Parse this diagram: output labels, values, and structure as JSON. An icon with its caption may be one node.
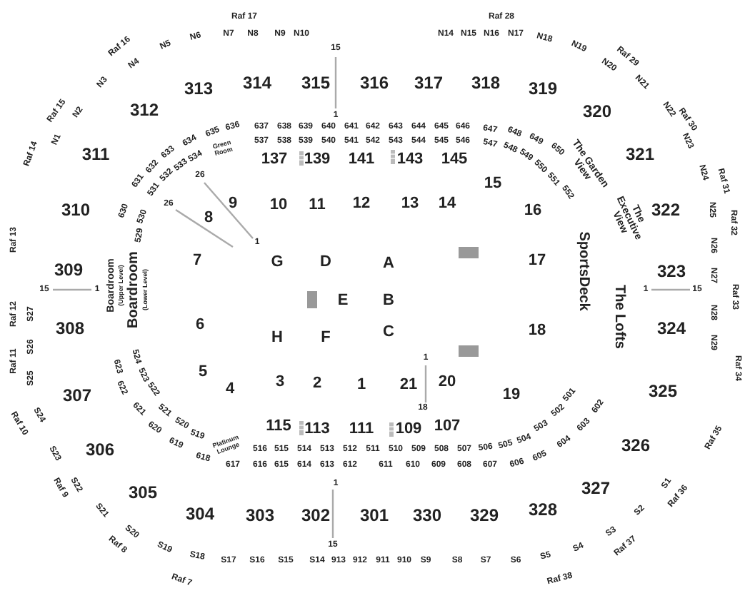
{
  "diagram": {
    "labels": [
      "Raf 17",
      "Raf 28",
      "N6",
      "N7",
      "N8",
      "N9",
      "N10",
      "N14",
      "N15",
      "N16",
      "N17",
      "N18",
      "N19",
      "Raf 16",
      "N5",
      "15",
      "N4",
      "Raf 29",
      "N20",
      "N3",
      "N21",
      "313",
      "314",
      "315",
      "316",
      "317",
      "318",
      "319",
      "312",
      "320",
      "Raf 15",
      "N2",
      "N22",
      "Raf 30",
      "1",
      "637",
      "638",
      "639",
      "640",
      "641",
      "642",
      "643",
      "644",
      "645",
      "646",
      "647",
      "648",
      "649",
      "650",
      "636",
      "635",
      "634",
      "633",
      "632",
      "631",
      "537",
      "538",
      "539",
      "540",
      "541",
      "542",
      "543",
      "544",
      "545",
      "546",
      "547",
      "548",
      "549",
      "550",
      "551",
      "552",
      "Green Room",
      "534",
      "533",
      "532",
      "531",
      "N1",
      "N23",
      "Raf 14",
      "311",
      "137",
      "139",
      "141",
      "143",
      "145",
      "321",
      "The Garden View",
      "N24",
      "Raf 31",
      "26",
      "15",
      "The Executive View",
      "9",
      "10",
      "11",
      "12",
      "13",
      "14",
      "310",
      "630",
      "530",
      "26",
      "16",
      "322",
      "N25",
      "Raf 32",
      "8",
      "529",
      "Raf 13",
      "1",
      "N26",
      "7",
      "G",
      "D",
      "A",
      "17",
      "SportsDeck",
      "Boardroom",
      "(Upper Level)",
      "309",
      "323",
      "N27",
      "Boardroom",
      "(Lower Level)",
      "15",
      "1",
      "1",
      "15",
      "Raf 33",
      "E",
      "B",
      "The Lofts",
      "N28",
      "Raf 12",
      "S27",
      "308",
      "6",
      "C",
      "18",
      "324",
      "S26",
      "H",
      "F",
      "N29",
      "Raf 11",
      "623",
      "524",
      "1",
      "Raf 34",
      "S25",
      "523",
      "5",
      "307",
      "622",
      "522",
      "4",
      "3",
      "2",
      "1",
      "21",
      "20",
      "19",
      "501",
      "325",
      "621",
      "521",
      "18",
      "502",
      "602",
      "Raf 10",
      "S24",
      "620",
      "520",
      "115",
      "113",
      "111",
      "109",
      "107",
      "503",
      "603",
      "619",
      "519",
      "Platinum Lounge",
      "505",
      "504",
      "604",
      "326",
      "Raf 35",
      "S23",
      "306",
      "618",
      "516",
      "515",
      "514",
      "513",
      "512",
      "511",
      "510",
      "509",
      "508",
      "507",
      "506",
      "605",
      "617",
      "616",
      "615",
      "614",
      "613",
      "612",
      "611",
      "610",
      "609",
      "608",
      "607",
      "606",
      "Raf 9",
      "S22",
      "305",
      "1",
      "327",
      "S1",
      "Raf 36",
      "S21",
      "304",
      "303",
      "302",
      "301",
      "330",
      "329",
      "328",
      "S2",
      "Raf 8",
      "S20",
      "S19",
      "15",
      "S4",
      "S3",
      "Raf 37",
      "S18",
      "S17",
      "S16",
      "S15",
      "S14",
      "913",
      "912",
      "911",
      "910",
      "S9",
      "S8",
      "S7",
      "S6",
      "S5",
      "Raf 7",
      "Raf 38"
    ]
  }
}
